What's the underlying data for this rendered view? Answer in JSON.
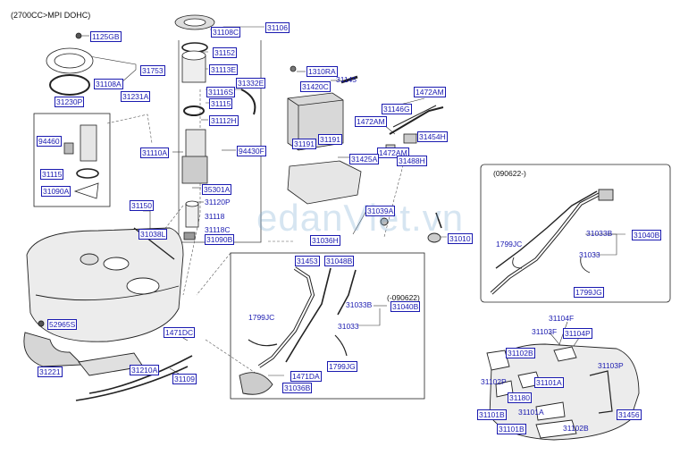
{
  "title": "(2700CC>MPI DOHC)",
  "inset_right_title": "(090622-)",
  "variant_note": "(-090622)",
  "watermark": "edanViet.vn",
  "labels": {
    "p1125GB": "1125GB",
    "p31753": "31753",
    "p31108A": "31108A",
    "p31230P": "31230P",
    "p94460": "94460",
    "p31115_l": "31115",
    "p31090A": "31090A",
    "p31231A": "31231A",
    "p31106": "31106",
    "p31108C": "31108C",
    "p31152": "31152",
    "p31113E": "31113E",
    "p31332E": "31332E",
    "p31116S": "31116S",
    "p31115_c": "31115",
    "p31112H": "31112H",
    "p31110A": "31110A",
    "p94430F": "94430F",
    "p35301A": "35301A",
    "p31120P": "31120P",
    "p31118": "31118",
    "p31118C": "31118C",
    "p31090B": "31090B",
    "p1310RA": "1310RA",
    "p31145": "31145",
    "p31420C": "31420C",
    "p1472AM_a": "1472AM",
    "p1472AM_b": "1472AM",
    "p1472AM_c": "1472AM",
    "p31146G": "31146G",
    "p31454H": "31454H",
    "p31191_a": "31191",
    "p31191_b": "31191",
    "p31425A": "31425A",
    "p31488H": "31488H",
    "p31150": "31150",
    "p31038L": "31038L",
    "p52965S": "52965S",
    "p1471DC_l": "1471DC",
    "p31221": "31221",
    "p31210A": "31210A",
    "p31109": "31109",
    "p31039A": "31039A",
    "p31036H": "31036H",
    "p31010": "31010",
    "p31453": "31453",
    "p31048B": "31048B",
    "p1799JC_m": "1799JC",
    "p31033B_m": "31033B",
    "p31040B_m": "31040B",
    "p31033_m": "31033",
    "p1799JG_m": "1799JG",
    "p1471DA": "1471DA",
    "p31036B": "31036B",
    "p1799JC_r": "1799JC",
    "p31033B_r": "31033B",
    "p31040B_r": "31040B",
    "p31033_r": "31033",
    "p1799JG_r": "1799JG",
    "p31104F": "31104F",
    "p31103F": "31103F",
    "p31104P": "31104P",
    "p31102B_a": "31102B",
    "p31103P": "31103P",
    "p31102P": "31102P",
    "p31101A_a": "31101A",
    "p31180": "31180",
    "p31101B_a": "31101B",
    "p31101A_b": "31101A",
    "p31456": "31456",
    "p31101B_b": "31101B",
    "p31102B_b": "31102B"
  }
}
